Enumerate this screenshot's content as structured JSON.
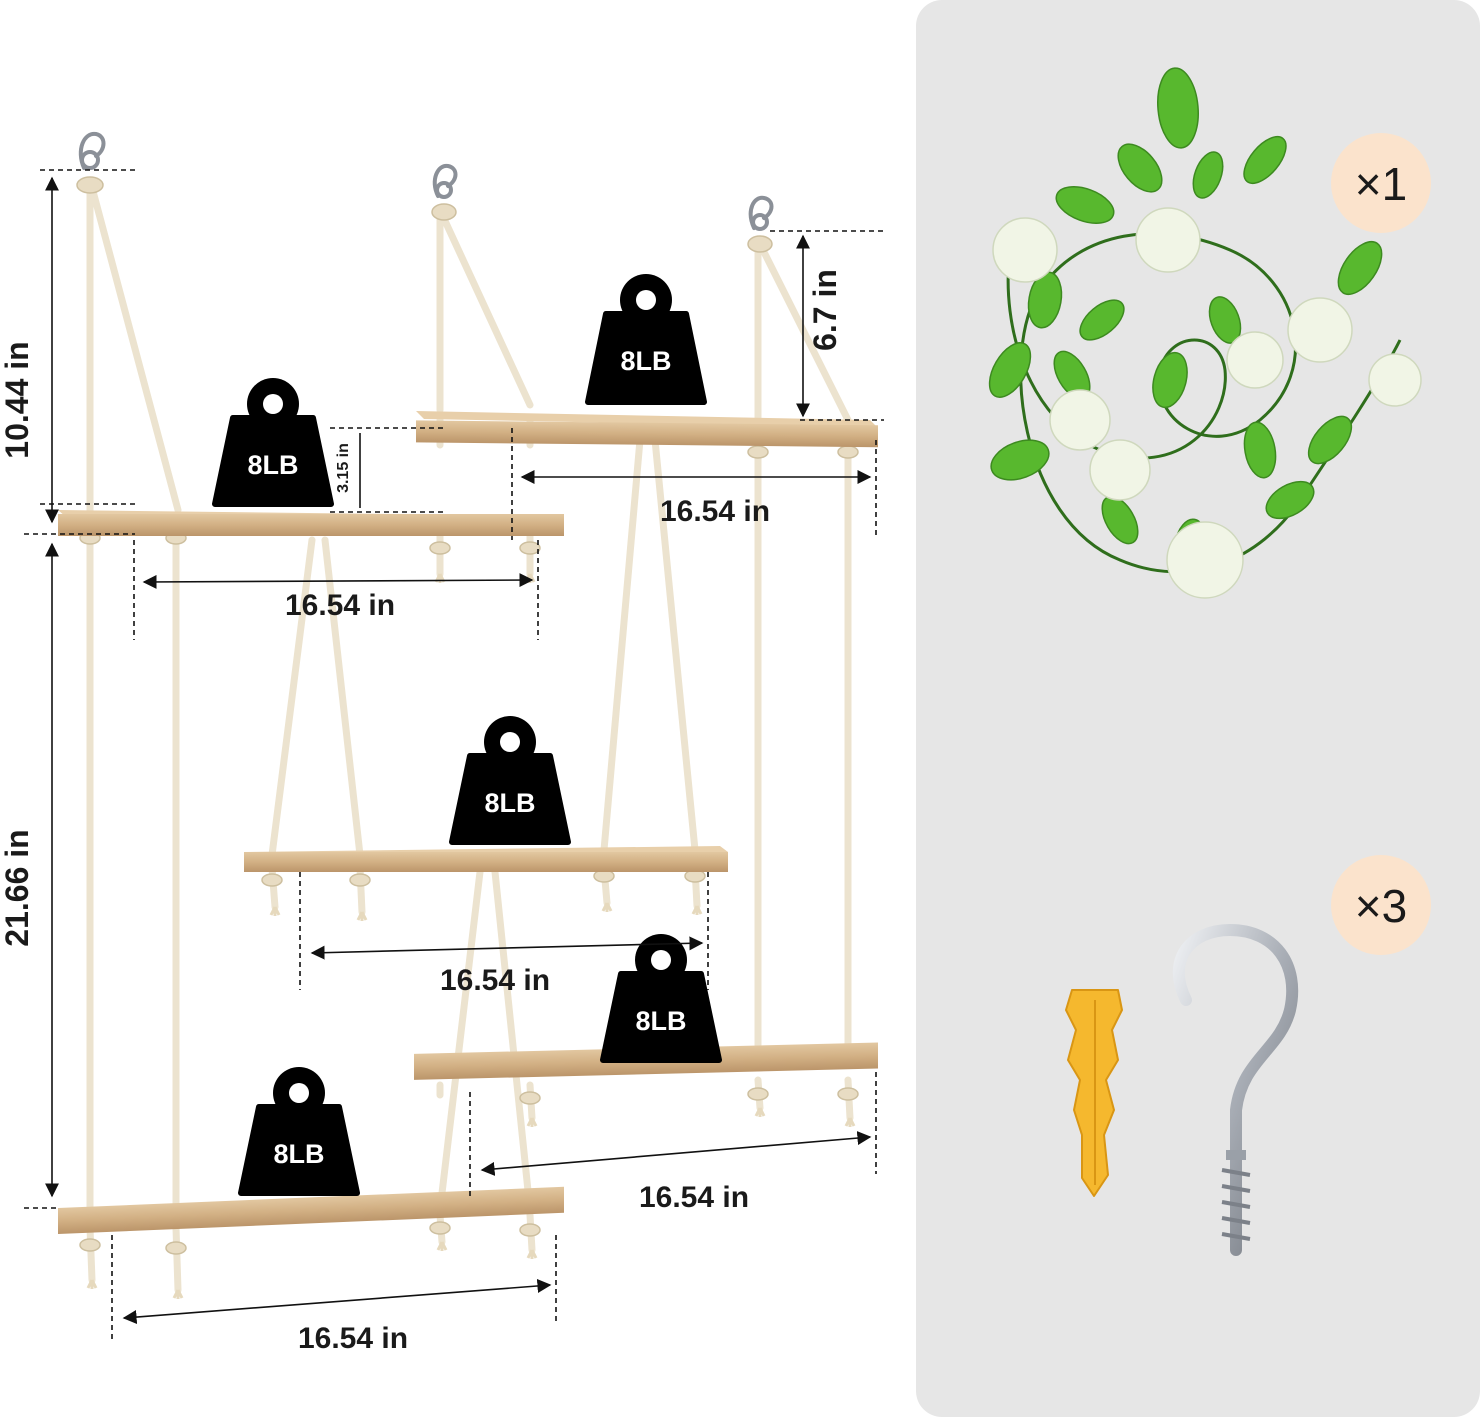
{
  "shelves": {
    "weight_label": "8LB",
    "widths": [
      "16.54 in",
      "16.54 in",
      "16.54 in",
      "16.54 in",
      "16.54 in"
    ]
  },
  "dimensions": {
    "left_top_height": "10.44 in",
    "left_bottom_height": "21.66 in",
    "right_top_height": "6.7 in",
    "shelf_gap": "3.15 in"
  },
  "accessories": {
    "vine_quantity": "×1",
    "hardware_quantity": "×3",
    "vine_icon": "leaf-vine-icon",
    "anchor_icon": "wall-anchor-icon",
    "hook_icon": "screw-hook-icon"
  },
  "colors": {
    "panel": "#e6e6e6",
    "badge": "#fbe3cc",
    "wood": "#d4b48c",
    "rope": "#ece3cf",
    "weight": "#000000",
    "leaf": "#4caf2c",
    "anchor": "#f5b82e",
    "hook": "#b8bcc4"
  }
}
